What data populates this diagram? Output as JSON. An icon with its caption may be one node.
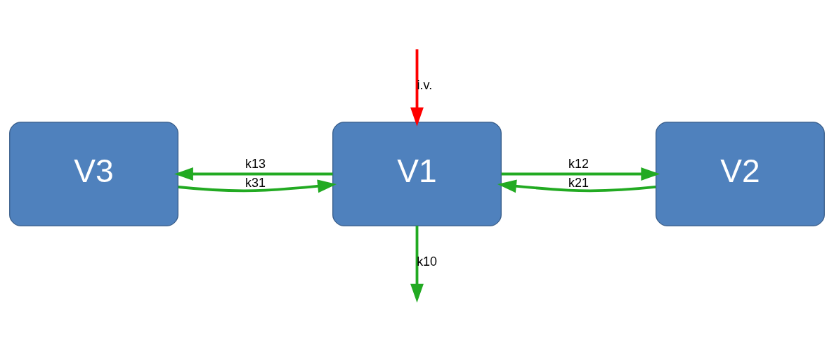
{
  "diagram": {
    "nodes": [
      {
        "text": [
          "V3"
        ]
      },
      {
        "text": [
          "V1"
        ]
      },
      {
        "text": [
          "V2"
        ]
      }
    ],
    "edges": [
      {
        "from": null,
        "to": 1,
        "arrow": "to",
        "label": "i.v.",
        "color": "#ff0000"
      },
      {
        "from": 1,
        "to": 0,
        "arrow": "to",
        "label": "k13"
      },
      {
        "from": 0,
        "to": 1,
        "arrow": "to",
        "label": "k31"
      },
      {
        "from": 1,
        "to": 2,
        "arrow": "to",
        "label": "k12"
      },
      {
        "from": 2,
        "to": 1,
        "arrow": "to",
        "label": "k21"
      },
      {
        "from": 1,
        "to": null,
        "arrow": "to",
        "label": "k10"
      }
    ]
  }
}
